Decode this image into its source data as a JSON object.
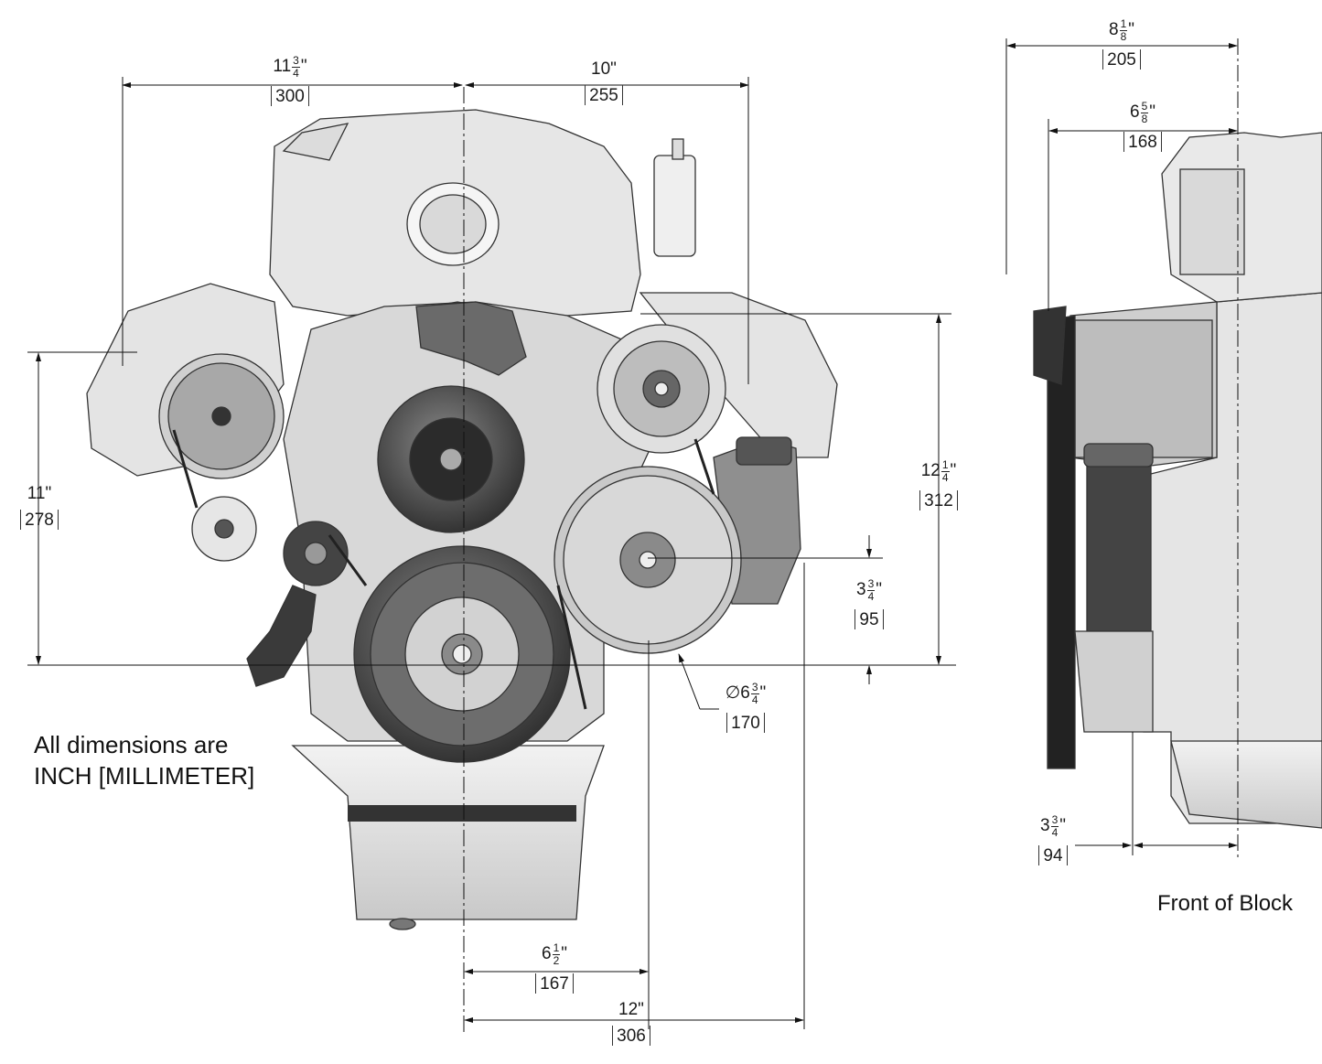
{
  "note": {
    "line1": "All dimensions are",
    "line2": "INCH [MILLIMETER]"
  },
  "side_view_label": "Front of Block",
  "dimensions": {
    "top_left_width": {
      "whole": "11",
      "num": "3",
      "den": "4",
      "unit": "\"",
      "mm": "300"
    },
    "top_right_width": {
      "whole": "10\"",
      "mm": "255"
    },
    "left_height": {
      "whole": "11\"",
      "mm": "278"
    },
    "right_height": {
      "whole": "12",
      "num": "1",
      "den": "4",
      "unit": "\"",
      "mm": "312"
    },
    "pump_offset": {
      "whole": "3",
      "num": "3",
      "den": "4",
      "unit": "\"",
      "mm": "95"
    },
    "pulley_diameter": {
      "prefix": "∅",
      "whole": "6",
      "num": "3",
      "den": "4",
      "unit": "\"",
      "mm": "170"
    },
    "bottom_half": {
      "whole": "6",
      "num": "1",
      "den": "2",
      "unit": "\"",
      "mm": "167"
    },
    "bottom_full": {
      "whole": "12\"",
      "mm": "306"
    },
    "side_top_depth": {
      "whole": "8",
      "num": "1",
      "den": "8",
      "unit": "\"",
      "mm": "205"
    },
    "side_mid_depth": {
      "whole": "6",
      "num": "5",
      "den": "8",
      "unit": "\"",
      "mm": "168"
    },
    "side_bottom_depth": {
      "whole": "3",
      "num": "3",
      "den": "4",
      "unit": "\"",
      "mm": "94"
    }
  }
}
